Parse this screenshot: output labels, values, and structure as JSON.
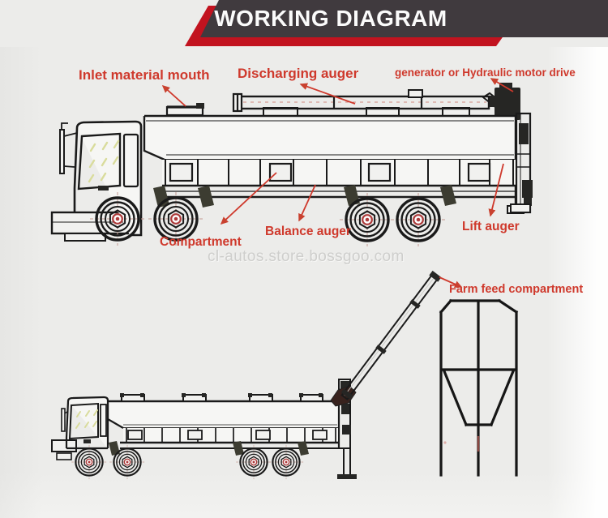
{
  "header": {
    "title": "WORKING DIAGRAM"
  },
  "watermark": {
    "text": "cl-autos.store.bossgoo.com"
  },
  "colors": {
    "banner_dark": "#403a3e",
    "banner_red": "#c2131f",
    "label_red": "#cf392c",
    "line_black": "#1a1a1a",
    "hub_red": "#ad3a3a",
    "glass_tint": "#d9dc9c",
    "watermark_gray": "#bcbcba",
    "background": "#ececea"
  },
  "top_diagram": {
    "labels": {
      "inlet": "Inlet material mouth",
      "discharging": "Discharging auger",
      "generator": "generator or Hydraulic motor drive",
      "compartment": "Compartment",
      "balance": "Balance auger",
      "lift": "Lift auger"
    }
  },
  "bottom_diagram": {
    "labels": {
      "farm_feed": "Farm feed compartment"
    }
  }
}
